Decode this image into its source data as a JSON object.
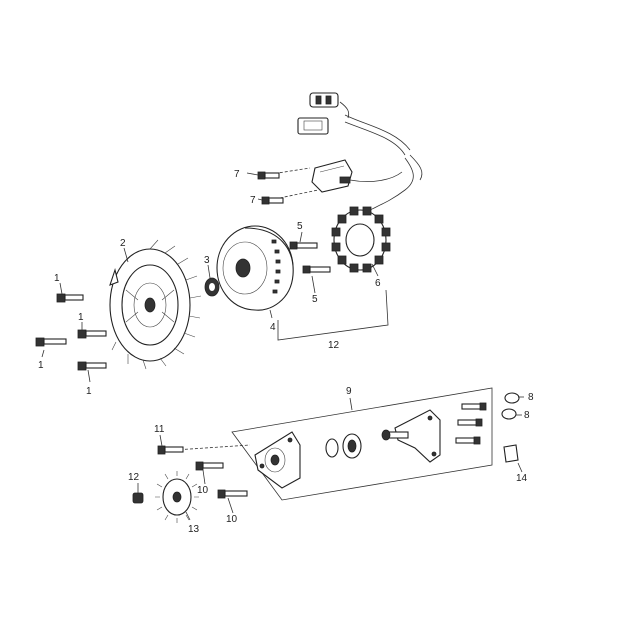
{
  "callouts": [
    {
      "id": "c1a",
      "text": "1"
    },
    {
      "id": "c1b",
      "text": "1"
    },
    {
      "id": "c1c",
      "text": "1"
    },
    {
      "id": "c1d",
      "text": "1"
    },
    {
      "id": "c2",
      "text": "2"
    },
    {
      "id": "c3",
      "text": "3"
    },
    {
      "id": "c4",
      "text": "4"
    },
    {
      "id": "c5a",
      "text": "5"
    },
    {
      "id": "c5b",
      "text": "5"
    },
    {
      "id": "c6",
      "text": "6"
    },
    {
      "id": "c7a",
      "text": "7"
    },
    {
      "id": "c7b",
      "text": "7"
    },
    {
      "id": "c8a",
      "text": "8"
    },
    {
      "id": "c8b",
      "text": "8"
    },
    {
      "id": "c9",
      "text": "9"
    },
    {
      "id": "c10a",
      "text": "10"
    },
    {
      "id": "c10b",
      "text": "10"
    },
    {
      "id": "c11",
      "text": "11"
    },
    {
      "id": "c12a",
      "text": "12"
    },
    {
      "id": "c12b",
      "text": "12"
    },
    {
      "id": "c13",
      "text": "13"
    },
    {
      "id": "c14",
      "text": "14"
    }
  ],
  "colors": {
    "ink": "#222222",
    "background": "#ffffff"
  }
}
